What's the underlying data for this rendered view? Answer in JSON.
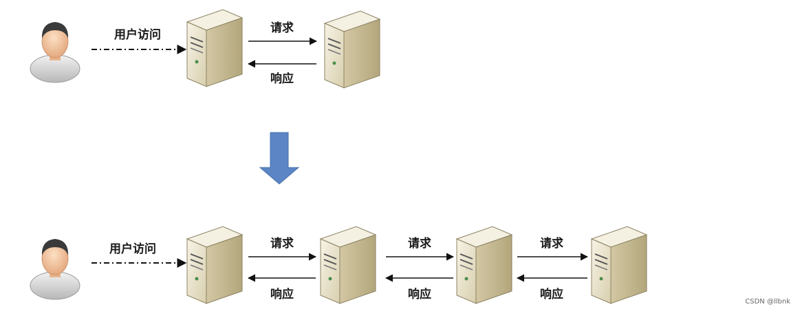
{
  "labels": {
    "user_access": "用户访问",
    "request": "请求",
    "response": "响应"
  },
  "watermark": "CSDN @llbnk",
  "icons": {
    "user": "user-icon",
    "server": "server-icon",
    "transition": "down-arrow-icon"
  },
  "colors": {
    "transition_arrow": "#5b85c5",
    "server_face": "#e9e3cf",
    "server_side": "#c8bd98",
    "server_top": "#f4f0e2",
    "skin": "#f3c7a0",
    "hair": "#3a3a3a",
    "shirt": "#c8c8c8"
  }
}
